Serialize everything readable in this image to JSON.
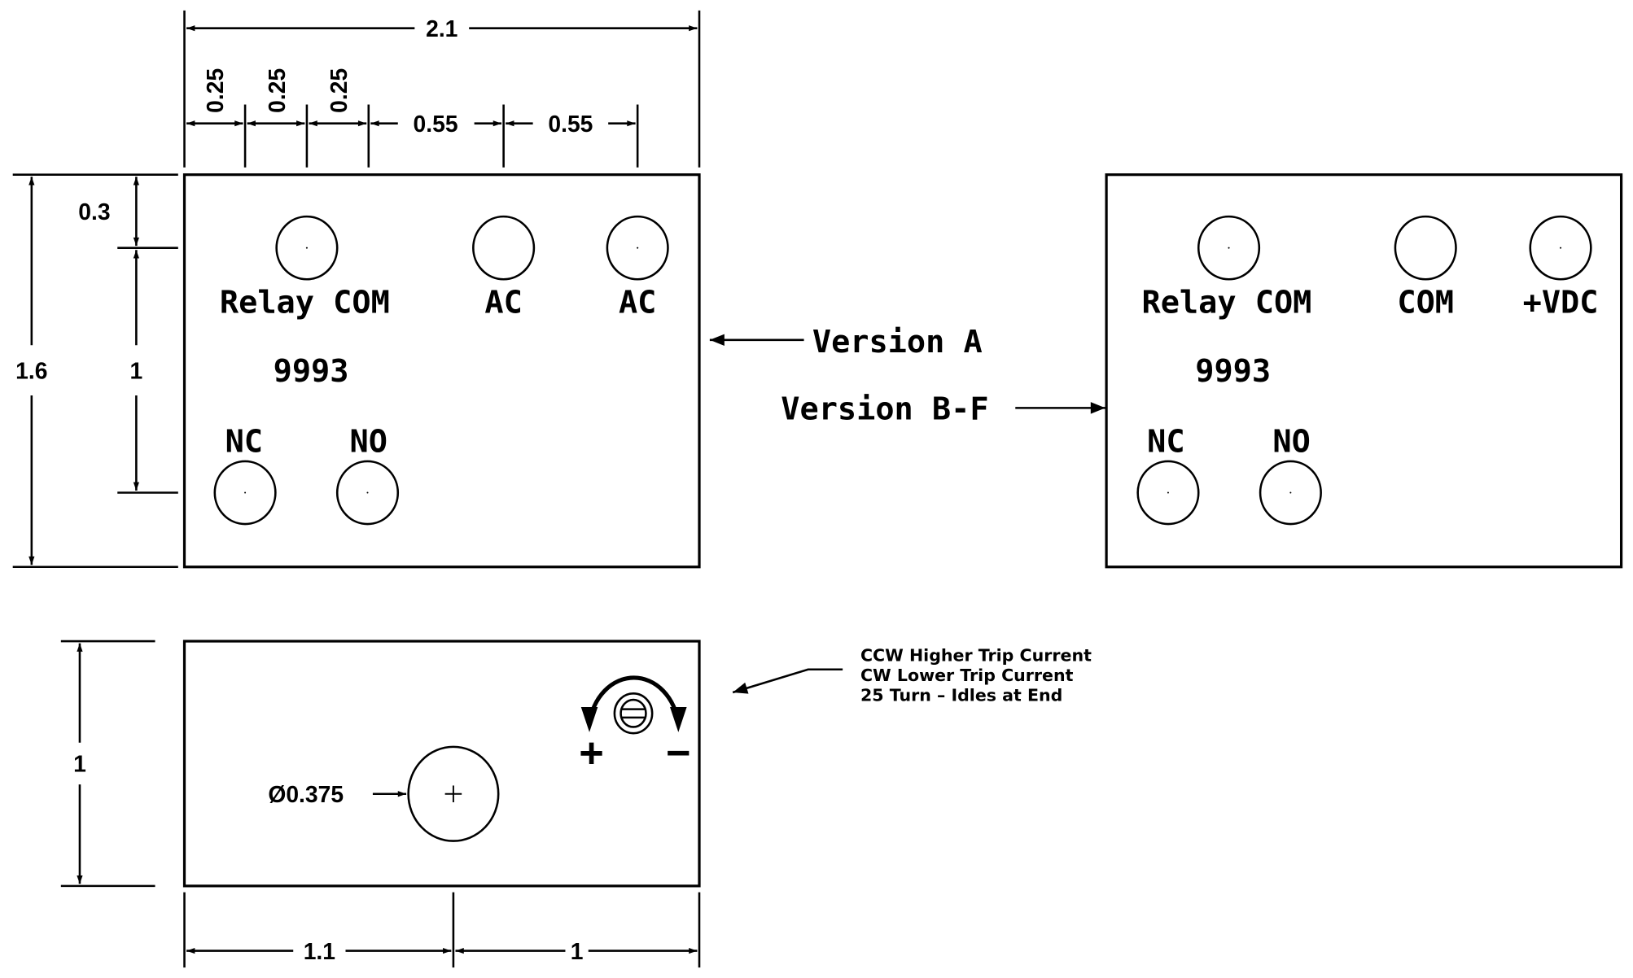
{
  "drawing": {
    "top_view_a": {
      "dimensions": {
        "overall_width": "2.1",
        "pitch_1": "0.25",
        "pitch_2": "0.25",
        "pitch_3": "0.25",
        "pitch_4": "0.55",
        "pitch_5": "0.55",
        "overall_height": "1.6",
        "top_offset": "0.3",
        "row_spacing": "1"
      },
      "labels": {
        "relay_com": "Relay COM",
        "terminal_2": "AC",
        "terminal_3": "AC",
        "part_number": "9993",
        "nc": "NC",
        "no": "NO"
      }
    },
    "version_a_label": "Version A",
    "version_bf_label": "Version B-F",
    "top_view_bf": {
      "labels": {
        "relay_com": "Relay COM",
        "terminal_2": "COM",
        "terminal_3": "+VDC",
        "part_number": "9993",
        "nc": "NC",
        "no": "NO"
      }
    },
    "side_view": {
      "dimensions": {
        "height": "1",
        "hole_diameter": "Ø0.375",
        "left_offset": "1.1",
        "right_offset": "1"
      },
      "plus_label": "+",
      "minus_label": "−",
      "notes": [
        "CCW Higher Trip Current",
        "CW Lower Trip Current",
        "25 Turn – Idles at End"
      ]
    }
  }
}
